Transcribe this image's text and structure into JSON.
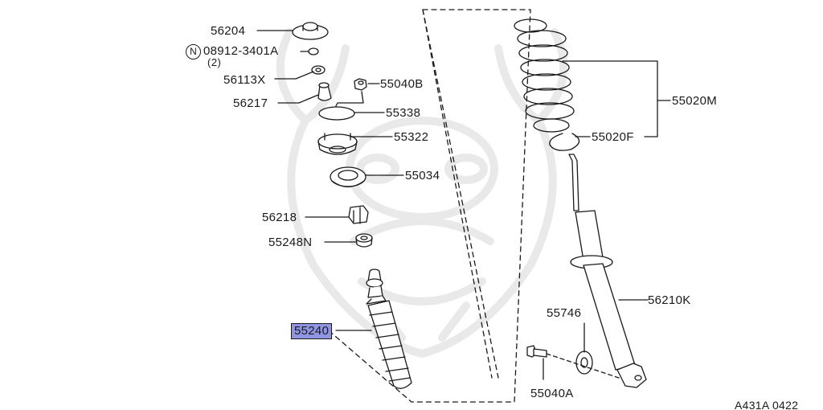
{
  "diagram": {
    "parts": {
      "p56204": "56204",
      "p08912": "08912-3401A",
      "p08912_qty": "(2)",
      "p08912_prefix": "N",
      "p56113x": "56113X",
      "p56217": "56217",
      "p55040b": "55040B",
      "p55338": "55338",
      "p55322": "55322",
      "p55034": "55034",
      "p56218": "56218",
      "p55248n": "55248N",
      "p55240": "55240",
      "p55020m": "55020M",
      "p55020f": "55020F",
      "p55746": "55746",
      "p56210k": "56210K",
      "p55040a": "55040A"
    },
    "highlighted_part": "55240",
    "highlight_color": "#8f95e3",
    "watermark_color": "#ececec",
    "line_color": "#1a1a1a",
    "diagram_code": "A431A 0422"
  }
}
